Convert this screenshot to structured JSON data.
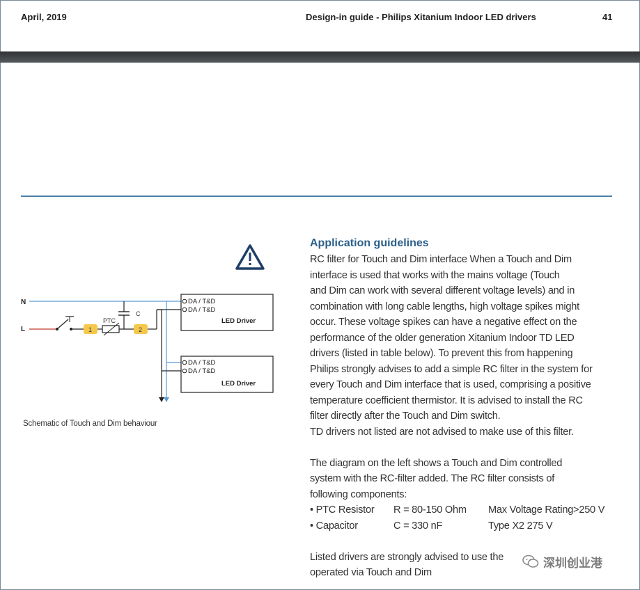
{
  "header": {
    "date": "April, 2019",
    "title": "Design-in guide - Philips Xitanium Indoor LED drivers",
    "page_number": "41"
  },
  "diagram": {
    "line_n": "N",
    "line_l": "L",
    "node_1": "1",
    "node_2": "2",
    "ptc_label": "PTC",
    "cap_label": "C",
    "driver1": {
      "terminal1": "DA / T&D",
      "terminal2": "DA / T&D",
      "name": "LED Driver"
    },
    "driver2": {
      "terminal1": "DA / T&D",
      "terminal2": "DA / T&D",
      "name": "LED Driver"
    },
    "warning_icon": "warning-triangle-icon",
    "caption": "Schematic of Touch and Dim behaviour"
  },
  "content": {
    "heading": "Application guidelines",
    "para1_lines": [
      "RC filter for Touch and Dim interface When a Touch and Dim",
      "interface is used that works with the mains voltage (Touch",
      "and Dim can work with several different voltage levels) and in",
      "combination with long cable lengths, high voltage spikes might",
      "occur. These voltage spikes can have a negative effect on the",
      "performance of the older generation Xitanium Indoor  TD LED",
      "drivers (listed in table below). To prevent this from happening",
      "Philips strongly advises to add a simple RC filter in the system for",
      "every Touch and Dim interface that is used, comprising a positive",
      "temperature coefficient thermistor. It is advised to install the RC",
      "filter directly after the Touch and Dim switch.",
      "TD drivers not listed are not advised to make use of this filter."
    ],
    "para2_lines": [
      "The diagram on the left shows a Touch and Dim controlled",
      "system with the RC-filter added. The RC filter consists of",
      "following components:"
    ],
    "components": [
      {
        "name": "• PTC Resistor",
        "value": "R = 80-150 Ohm",
        "rating": "Max Voltage Rating>250 V"
      },
      {
        "name": "• Capacitor",
        "value": "C = 330 nF",
        "rating": "Type X2 275 V"
      }
    ],
    "para3_lines": [
      "Listed drivers are strongly advised to use the",
      "operated via Touch and Dim"
    ]
  },
  "watermark": {
    "text": "深圳创业港",
    "icon": "wechat-icon"
  },
  "colors": {
    "heading": "#2b5f8a",
    "rule": "#4e7fa6",
    "wire_n": "#5b9bd5",
    "wire_l": "#c0392b",
    "node_fill": "#f5c84c",
    "warning": "#1f3f66"
  }
}
